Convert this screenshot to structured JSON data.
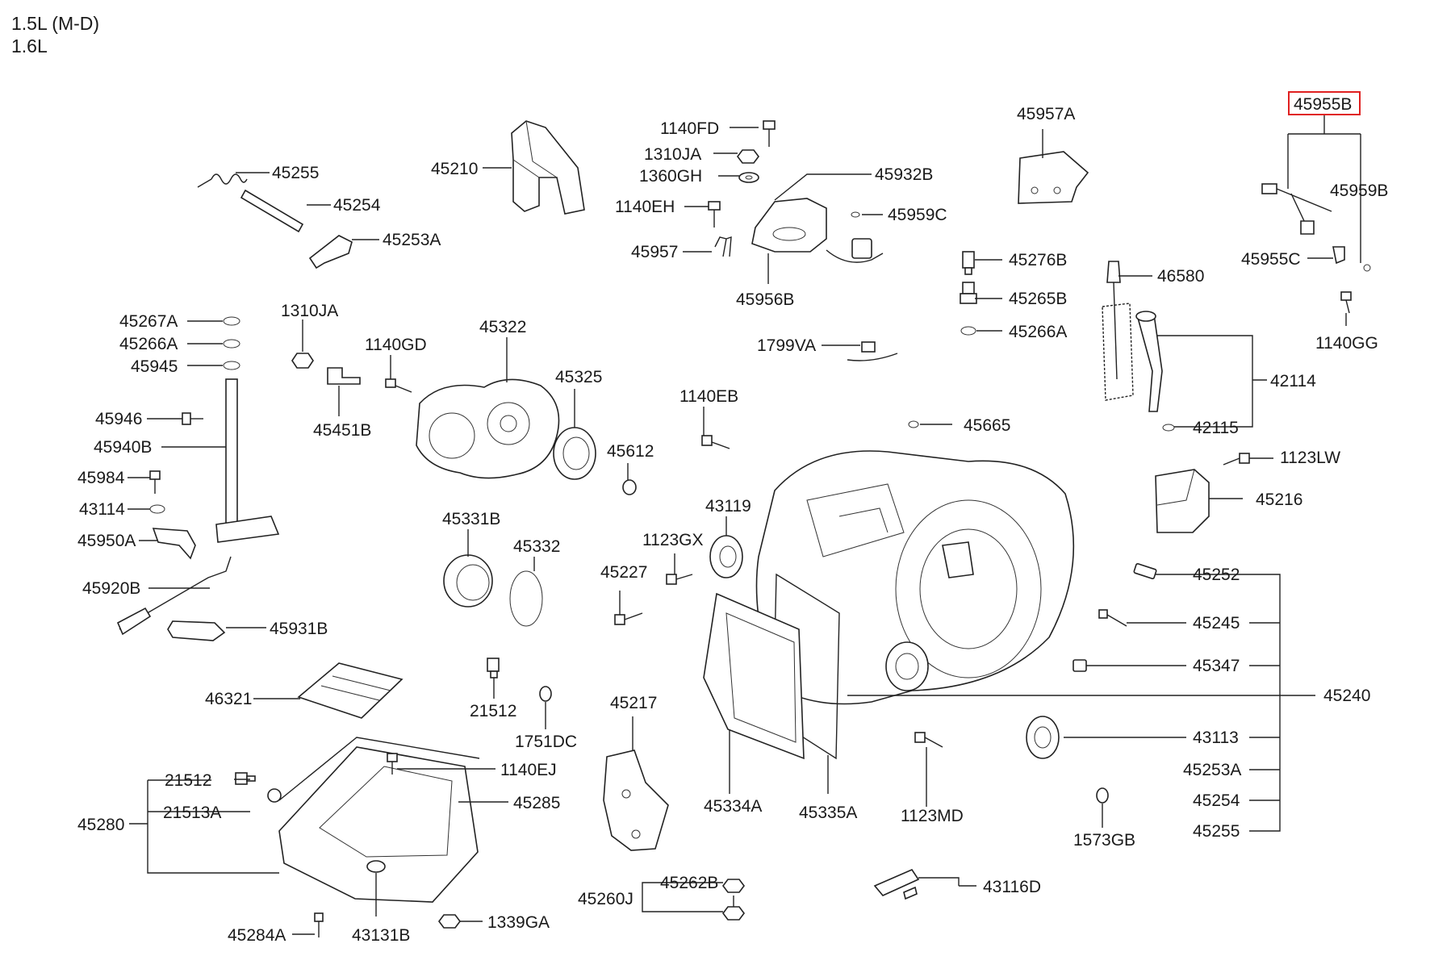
{
  "header": {
    "line1": "1.5L (M-D)",
    "line2": "1.6L"
  },
  "highlight_color": "#e02020",
  "labels": {
    "p45255": "45255",
    "p45254": "45254",
    "p45253A": "45253A",
    "p45210": "45210",
    "p1140FD": "1140FD",
    "p1310JA_top": "1310JA",
    "p1360GH": "1360GH",
    "p1140EH": "1140EH",
    "p45957": "45957",
    "p45932B": "45932B",
    "p45959C": "45959C",
    "p45956B": "45956B",
    "p45957A": "45957A",
    "p45955B": "45955B",
    "p45959B": "45959B",
    "p45955C": "45955C",
    "p1140GG": "1140GG",
    "p45276B": "45276B",
    "p45265B": "45265B",
    "p45266A_r": "45266A",
    "p46580": "46580",
    "p42114": "42114",
    "p42115": "42115",
    "p1799VA": "1799VA",
    "p45267A": "45267A",
    "p45266A_l": "45266A",
    "p45945": "45945",
    "p45946": "45946",
    "p45940B": "45940B",
    "p45984": "45984",
    "p43114": "43114",
    "p45950A": "45950A",
    "p45920B": "45920B",
    "p45931B": "45931B",
    "p1310JA_mid": "1310JA",
    "p45451B": "45451B",
    "p1140GD": "1140GD",
    "p45322": "45322",
    "p45325": "45325",
    "p45612": "45612",
    "p1140EB": "1140EB",
    "p45665": "45665",
    "p1123LW": "1123LW",
    "p45216": "45216",
    "p45331B": "45331B",
    "p45332": "45332",
    "p43119": "43119",
    "p1123GX": "1123GX",
    "p45227": "45227",
    "p45252": "45252",
    "p45245": "45245",
    "p45347": "45347",
    "p45240": "45240",
    "p43113": "43113",
    "p45253A_r": "45253A",
    "p45254_r": "45254",
    "p45255_r": "45255",
    "p1573GB": "1573GB",
    "p46321": "46321",
    "p21512_mid": "21512",
    "p1751DC": "1751DC",
    "p45217": "45217",
    "p45334A": "45334A",
    "p45335A": "45335A",
    "p1123MD": "1123MD",
    "p21512_l": "21512",
    "p1140EJ": "1140EJ",
    "p45280": "45280",
    "p21513A": "21513A",
    "p45285": "45285",
    "p45284A": "45284A",
    "p43131B": "43131B",
    "p1339GA": "1339GA",
    "p45262B": "45262B",
    "p45260J": "45260J",
    "p43116D": "43116D"
  }
}
